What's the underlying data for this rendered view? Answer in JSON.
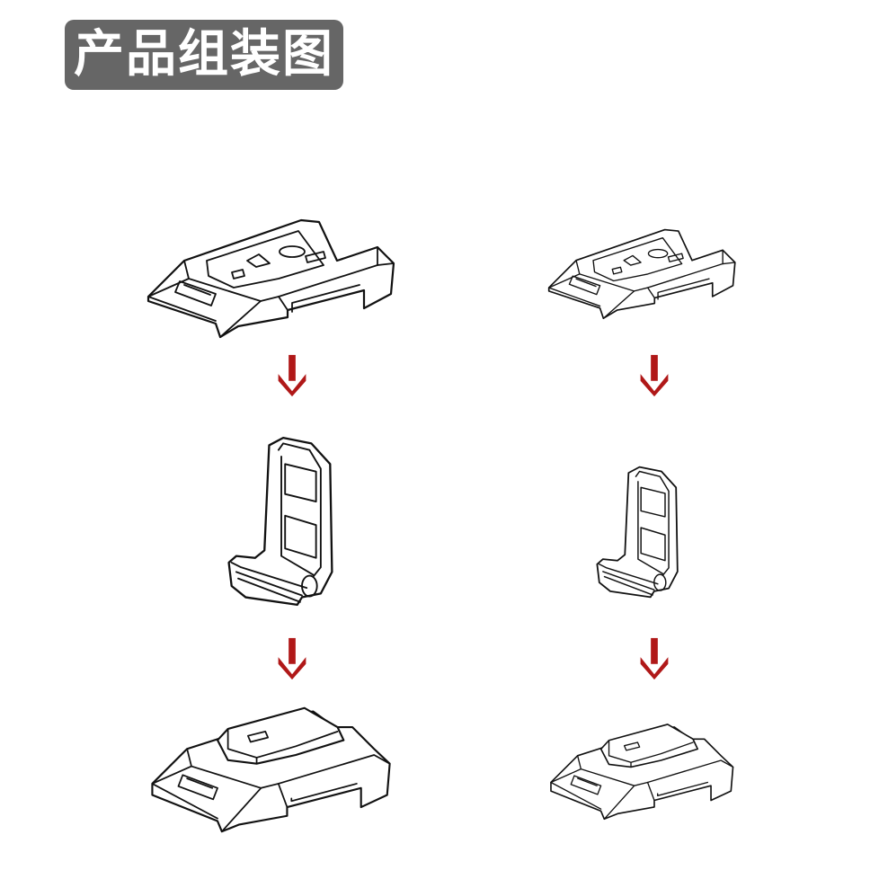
{
  "title": "产品组装图",
  "colors": {
    "title_bg": "#666666",
    "title_text": "#ffffff",
    "arrow": "#b01818",
    "line": "#111111",
    "background": "#ffffff"
  },
  "columns": [
    {
      "name": "large",
      "steps": [
        {
          "label": "rail-base-assembled",
          "description": "Rail mount base with latch"
        },
        {
          "label": "arrow-down"
        },
        {
          "label": "latch-clip",
          "description": "Latch clip with pin"
        },
        {
          "label": "arrow-down"
        },
        {
          "label": "rail-base-with-cover",
          "description": "Rail mount base with top cover"
        }
      ]
    },
    {
      "name": "small",
      "steps": [
        {
          "label": "rail-base-assembled",
          "description": "Rail mount base with latch"
        },
        {
          "label": "arrow-down"
        },
        {
          "label": "latch-clip",
          "description": "Latch clip with pin"
        },
        {
          "label": "arrow-down"
        },
        {
          "label": "rail-base-with-cover",
          "description": "Rail mount base with top cover"
        }
      ]
    }
  ]
}
